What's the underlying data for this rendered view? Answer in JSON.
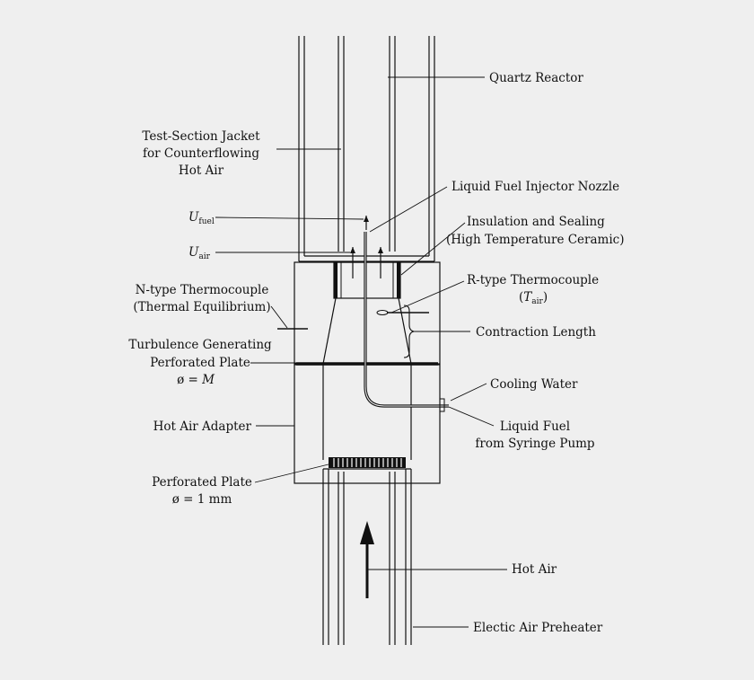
{
  "labels": {
    "quartz_reactor": "Quartz Reactor",
    "jacket_line1": "Test-Section Jacket",
    "jacket_line2": "for Counterflowing",
    "jacket_line3": "Hot Air",
    "injector_nozzle": "Liquid Fuel Injector Nozzle",
    "u_symbol": "U",
    "u_fuel_sub": "fuel",
    "u_air_sub": "air",
    "insulation_line1": "Insulation and Sealing",
    "insulation_line2": "(High Temperature Ceramic)",
    "ntype_line1": "N-type Thermocouple",
    "ntype_line2": "(Thermal Equilibrium)",
    "rtype_line1": "R-type Thermocouple",
    "rtype_open": "(",
    "rtype_T": "T",
    "rtype_sub": "air",
    "rtype_close": ")",
    "contraction": "Contraction Length",
    "turb_line1": "Turbulence Generating",
    "turb_line2": "Perforated Plate",
    "turb_line3_pre": "ø = ",
    "turb_line3_M": "M",
    "cooling_water": "Cooling Water",
    "hot_air_adapter": "Hot Air Adapter",
    "liquid_fuel_line1": "Liquid Fuel",
    "liquid_fuel_line2": "from Syringe Pump",
    "perf_plate_line1": "Perforated Plate",
    "perf_plate_line2": "ø = 1 mm",
    "hot_air": "Hot Air",
    "preheater": "Electic Air Preheater"
  },
  "colors": {
    "line": "#111111",
    "background": "#efefef"
  }
}
